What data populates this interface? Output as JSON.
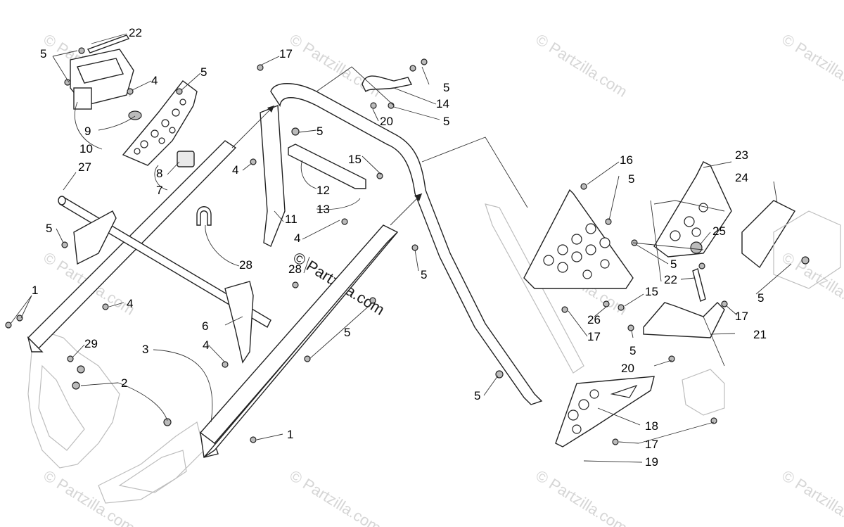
{
  "watermark": {
    "text": "© Partzilla.com",
    "center_text": "© Partzilla.com"
  },
  "callouts": [
    {
      "id": "c-22a",
      "label": "22"
    },
    {
      "id": "c-5a",
      "label": "5"
    },
    {
      "id": "c-4a",
      "label": "4"
    },
    {
      "id": "c-5b",
      "label": "5"
    },
    {
      "id": "c-9",
      "label": "9"
    },
    {
      "id": "c-10",
      "label": "10"
    },
    {
      "id": "c-8",
      "label": "8"
    },
    {
      "id": "c-7",
      "label": "7"
    },
    {
      "id": "c-27",
      "label": "27"
    },
    {
      "id": "c-17a",
      "label": "17"
    },
    {
      "id": "c-5c",
      "label": "5"
    },
    {
      "id": "c-14",
      "label": "14"
    },
    {
      "id": "c-20a",
      "label": "20"
    },
    {
      "id": "c-5d",
      "label": "5"
    },
    {
      "id": "c-5e",
      "label": "5"
    },
    {
      "id": "c-4b",
      "label": "4"
    },
    {
      "id": "c-15a",
      "label": "15"
    },
    {
      "id": "c-12",
      "label": "12"
    },
    {
      "id": "c-13",
      "label": "13"
    },
    {
      "id": "c-11",
      "label": "11"
    },
    {
      "id": "c-5f",
      "label": "5"
    },
    {
      "id": "c-28a",
      "label": "28"
    },
    {
      "id": "c-4c",
      "label": "4"
    },
    {
      "id": "c-28b",
      "label": "28"
    },
    {
      "id": "c-1a",
      "label": "1"
    },
    {
      "id": "c-4d",
      "label": "4"
    },
    {
      "id": "c-6",
      "label": "6"
    },
    {
      "id": "c-29",
      "label": "29"
    },
    {
      "id": "c-3",
      "label": "3"
    },
    {
      "id": "c-4e",
      "label": "4"
    },
    {
      "id": "c-2",
      "label": "2"
    },
    {
      "id": "c-5g",
      "label": "5"
    },
    {
      "id": "c-1b",
      "label": "1"
    },
    {
      "id": "c-5h",
      "label": "5"
    },
    {
      "id": "c-16",
      "label": "16"
    },
    {
      "id": "c-5i",
      "label": "5"
    },
    {
      "id": "c-23",
      "label": "23"
    },
    {
      "id": "c-24",
      "label": "24"
    },
    {
      "id": "c-25",
      "label": "25"
    },
    {
      "id": "c-5j",
      "label": "5"
    },
    {
      "id": "c-22b",
      "label": "22"
    },
    {
      "id": "c-5k",
      "label": "5"
    },
    {
      "id": "c-15b",
      "label": "15"
    },
    {
      "id": "c-26",
      "label": "26"
    },
    {
      "id": "c-17b",
      "label": "17"
    },
    {
      "id": "c-17c",
      "label": "17"
    },
    {
      "id": "c-21",
      "label": "21"
    },
    {
      "id": "c-5l",
      "label": "5"
    },
    {
      "id": "c-20b",
      "label": "20"
    },
    {
      "id": "c-5m",
      "label": "5"
    },
    {
      "id": "c-18",
      "label": "18"
    },
    {
      "id": "c-17d",
      "label": "17"
    },
    {
      "id": "c-19",
      "label": "19"
    }
  ]
}
